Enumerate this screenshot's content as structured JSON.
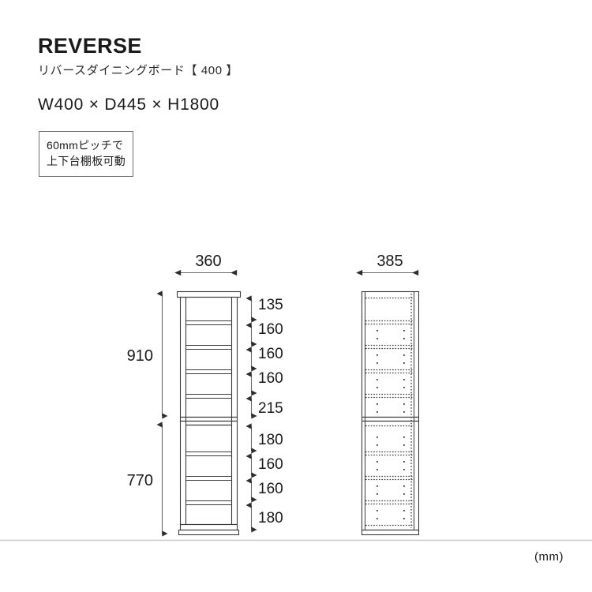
{
  "header": {
    "title": "REVERSE",
    "subtitle": "リバースダイニングボード【 400 】",
    "dimensions": "W400 × D445 × H1800"
  },
  "callout": {
    "line1": "60mmピッチで",
    "line2": "上下台棚板可動"
  },
  "unit_note": "(mm)",
  "front_view": {
    "width_label": "360",
    "upper_section_label": "910",
    "lower_section_label": "770",
    "upper_shelf_gaps": [
      "135",
      "160",
      "160",
      "160",
      "215"
    ],
    "lower_shelf_gaps": [
      "180",
      "160",
      "160",
      "180"
    ]
  },
  "side_view": {
    "depth_label": "385"
  },
  "colors": {
    "line": "#3a3a3a",
    "line_light": "#8a8a8a",
    "text": "#1a1a1a",
    "floor": "#c8c8c8",
    "box_border": "#6d6d6d",
    "background": "#ffffff"
  }
}
